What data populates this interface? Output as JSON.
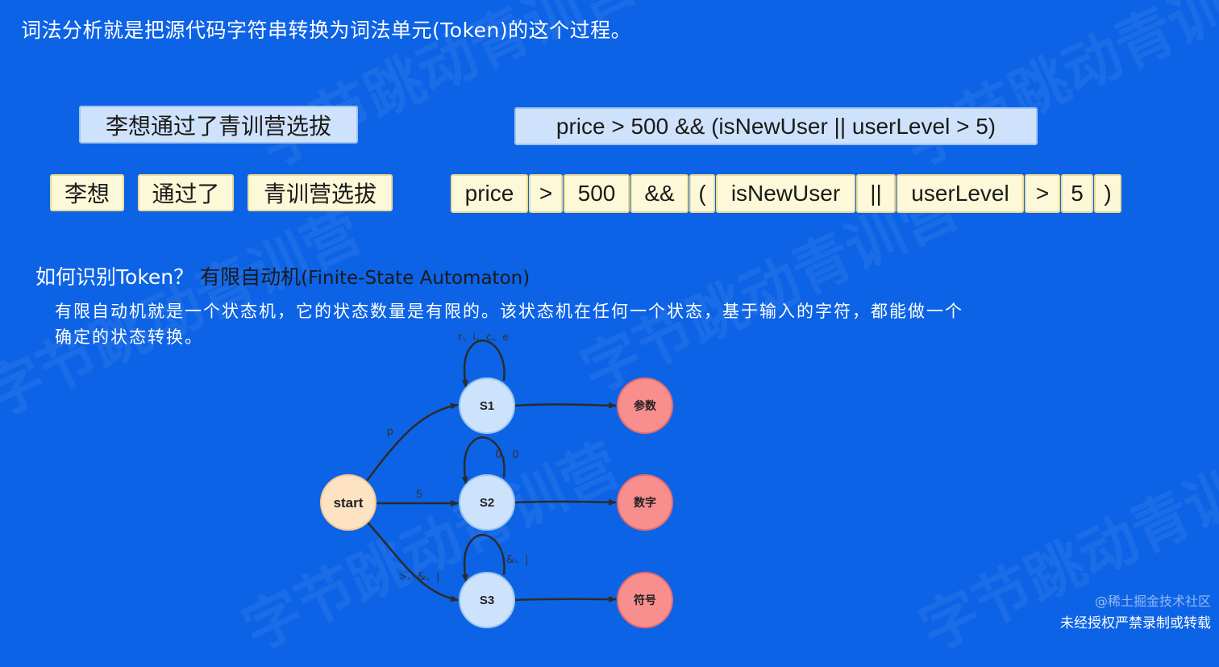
{
  "title": "词法分析就是把源代码字符串转换为词法单元(Token)的这个过程。",
  "example1": {
    "source": "李想通过了青训营选拔",
    "tokens": [
      "李想",
      "通过了",
      "青训营选拔"
    ]
  },
  "example2": {
    "source": "price > 500 && (isNewUser || userLevel > 5)",
    "tokens": [
      "price",
      ">",
      "500",
      "&&",
      "(",
      "isNewUser",
      "||",
      "userLevel",
      ">",
      "5",
      ")"
    ]
  },
  "section": {
    "question": "如何识别Token？",
    "answer_cn": "有限自动机",
    "answer_en": "(Finite-State Automaton)"
  },
  "description": "有限自动机就是一个状态机，它的状态数量是有限的。该状态机在任何一个状态，基于输入的字符，都能做一个确定的状态转换。",
  "fsm": {
    "start": "start",
    "states": [
      "S1",
      "S2",
      "S3"
    ],
    "outputs": [
      "参数",
      "数字",
      "符号"
    ],
    "edge_labels": [
      "p",
      "5",
      ">、&、|"
    ],
    "loop_labels": [
      "r、i、c、e",
      "0、0",
      "&、|"
    ],
    "colors": {
      "start": "#fde3c4",
      "state": "#cde3fb",
      "output": "#f98e8e",
      "edge": "#2b2b2b"
    }
  },
  "footer": {
    "source": "@稀土掘金技术社区",
    "notice": "未经授权严禁录制或转载"
  }
}
